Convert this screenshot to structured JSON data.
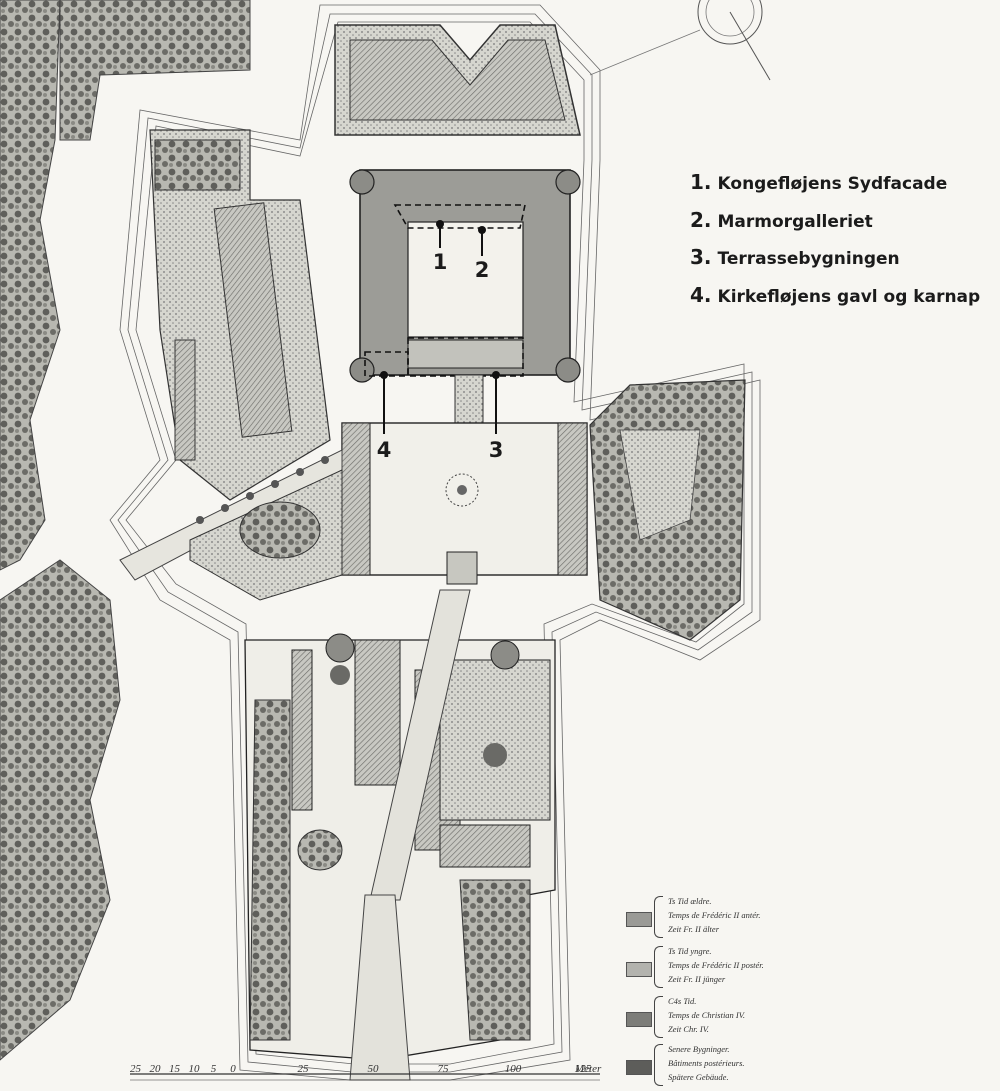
{
  "legend": {
    "items": [
      {
        "number": "1.",
        "label": "Kongefløjens Sydfacade"
      },
      {
        "number": "2.",
        "label": "Marmorgalleriet"
      },
      {
        "number": "3.",
        "label": "Terrassebygningen"
      },
      {
        "number": "4.",
        "label": "Kirkefløjens gavl og karnap"
      }
    ]
  },
  "markers": [
    {
      "number": "1",
      "ref": "Kongefløjens Sydfacade"
    },
    {
      "number": "2",
      "ref": "Marmorgalleriet"
    },
    {
      "number": "3",
      "ref": "Terrassebygningen"
    },
    {
      "number": "4",
      "ref": "Kirkefløjens gavl og karnap"
    }
  ],
  "colour_key": {
    "rows": [
      {
        "swatch_color": "#9a9a96",
        "lines": [
          "Ts Tid ældre.",
          "Temps de Frédéric II antér.",
          "Zeit Fr. II älter"
        ]
      },
      {
        "swatch_color": "#b3b3ae",
        "lines": [
          "Ts Tid yngre.",
          "Temps de Frédéric II postér.",
          "Zeit Fr. II jünger"
        ]
      },
      {
        "swatch_color": "#7d7d79",
        "lines": [
          "C4s Tid.",
          "Temps de Christian IV.",
          "Zeit Chr. IV."
        ]
      },
      {
        "swatch_color": "#5d5d5a",
        "lines": [
          "Senere Bygninger.",
          "Bâtiments postérieurs.",
          "Spätere Gebäude."
        ]
      }
    ]
  },
  "scale_bar": {
    "ticks": [
      "25",
      "20",
      "15",
      "10",
      "5",
      "0",
      "25",
      "50",
      "75",
      "100",
      "125"
    ],
    "tick_values": [
      -25,
      -20,
      -15,
      -10,
      -5,
      0,
      25,
      50,
      75,
      100,
      125
    ],
    "unit": "Meter"
  },
  "colors": {
    "ink": "#1b1b1b",
    "paper": "#f7f6f2",
    "building": "#8f8f8b",
    "garden": "#bdbdb6"
  }
}
